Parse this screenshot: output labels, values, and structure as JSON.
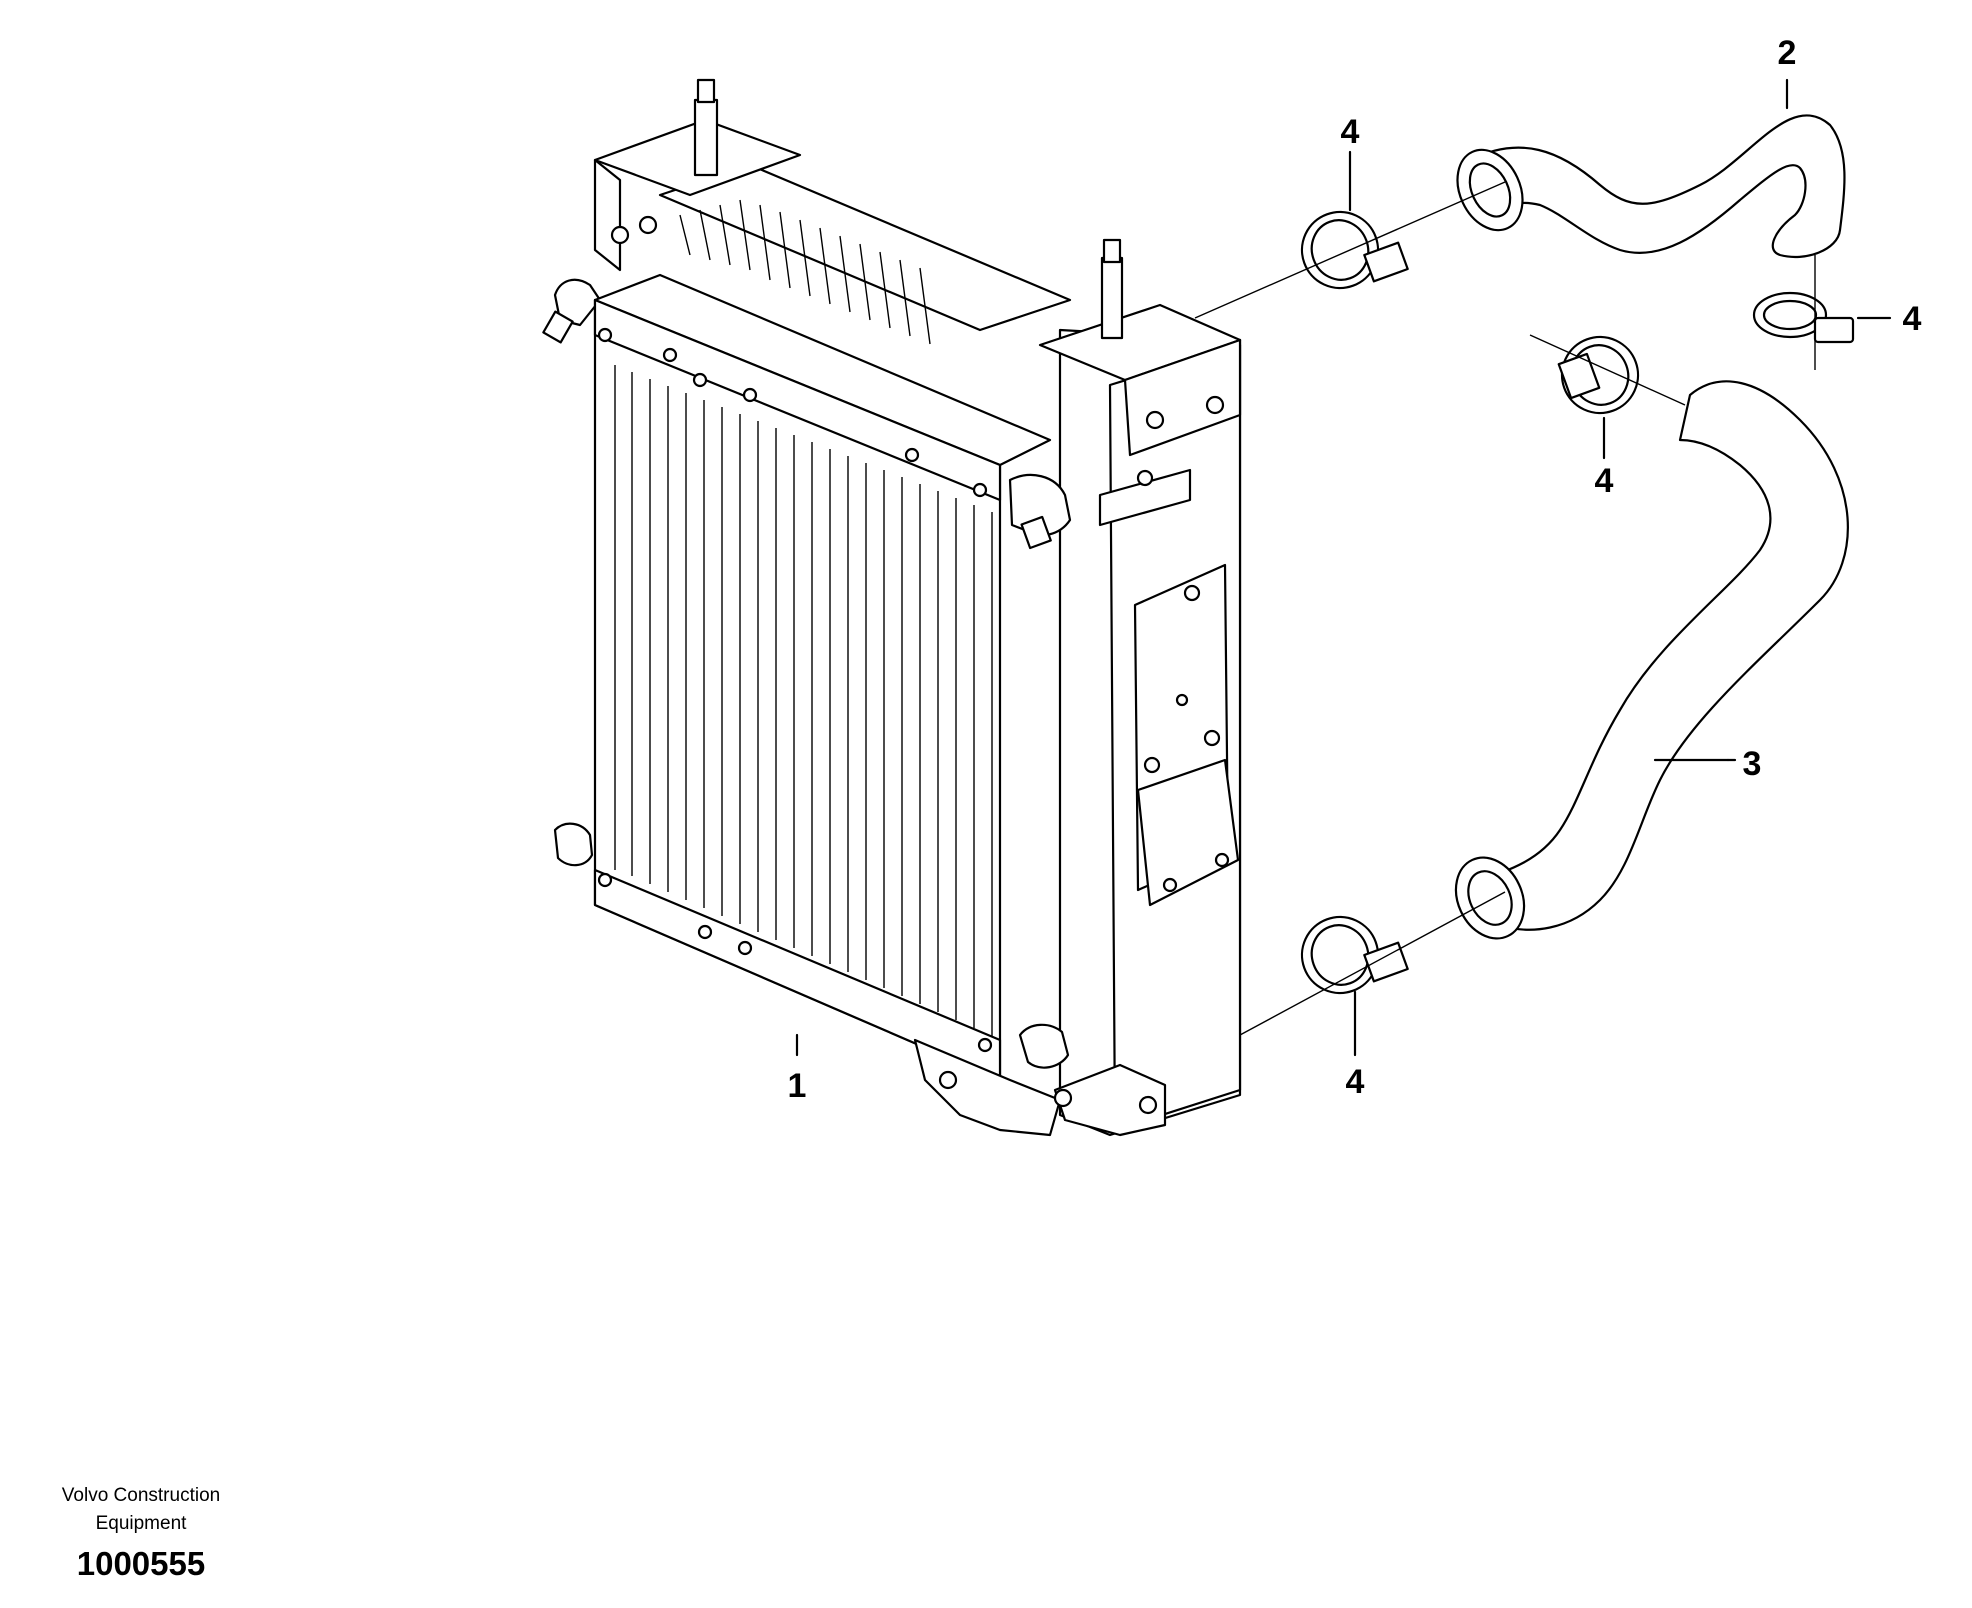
{
  "callouts": [
    {
      "id": "1",
      "label": "1"
    },
    {
      "id": "2",
      "label": "2"
    },
    {
      "id": "3",
      "label": "3"
    },
    {
      "id": "4a",
      "label": "4"
    },
    {
      "id": "4b",
      "label": "4"
    },
    {
      "id": "4c",
      "label": "4"
    },
    {
      "id": "4d",
      "label": "4"
    }
  ],
  "footer": {
    "brand_line1": "Volvo Construction",
    "brand_line2": "Equipment",
    "document_number": "1000555"
  }
}
